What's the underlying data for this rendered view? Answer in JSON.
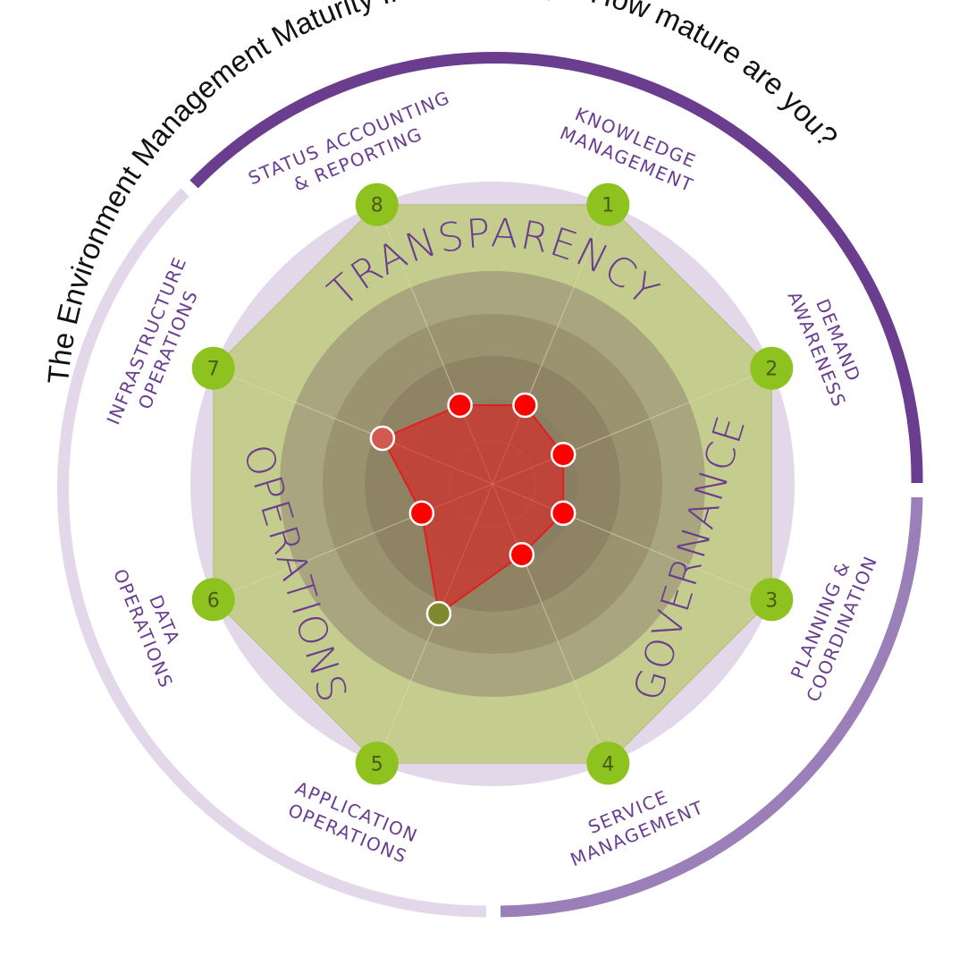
{
  "title": "The Environment Management Maturity Index (EMMi) – How mature are you?",
  "colors": {
    "purple_dark": "#6a3d8f",
    "purple_mid": "#9b7fb8",
    "purple_light": "#e3d8ea",
    "octagon": "#c4cd8e",
    "ring_outer": "#a8a57f",
    "ring_mid": "#9b936f",
    "ring_inner": "#8e8464",
    "core": "#8a7f62",
    "badge": "#8dc21f",
    "series": "#e02020",
    "label": "#6a3d8f"
  },
  "themes": [
    {
      "label": "TRANSPARENCY"
    },
    {
      "label": "GOVERNANCE"
    },
    {
      "label": "OPERATIONS"
    }
  ],
  "chart_data": {
    "type": "radar",
    "title": "The Environment Management Maturity Index (EMMi) – How mature are you?",
    "categories": [
      "KNOWLEDGE MANAGEMENT",
      "DEMAND AWARENESS",
      "PLANNING & COORDINATION",
      "SERVICE MANAGEMENT",
      "APPLICATION OPERATIONS",
      "DATA OPERATIONS",
      "INFRASTRUCTURE OPERATIONS",
      "STATUS ACCOUNTING & REPORTING"
    ],
    "axis_numbers": [
      "1",
      "2",
      "3",
      "4",
      "5",
      "6",
      "7",
      "8"
    ],
    "axis_lines": [
      [
        "KNOWLEDGE",
        "MANAGEMENT"
      ],
      [
        "DEMAND",
        "AWARENESS"
      ],
      [
        "PLANNING &",
        "COORDINATION"
      ],
      [
        "SERVICE",
        "MANAGEMENT"
      ],
      [
        "APPLICATION",
        "OPERATIONS"
      ],
      [
        "DATA",
        "OPERATIONS"
      ],
      [
        "INFRASTRUCTURE",
        "OPERATIONS"
      ],
      [
        "STATUS ACCOUNTING",
        "& REPORTING"
      ]
    ],
    "series": [
      {
        "values": [
          2.0,
          1.8,
          1.8,
          1.8,
          3.3,
          1.8,
          2.8,
          2.0
        ]
      }
    ],
    "rlim": [
      0,
      5
    ],
    "rings": 5,
    "grid": true
  }
}
